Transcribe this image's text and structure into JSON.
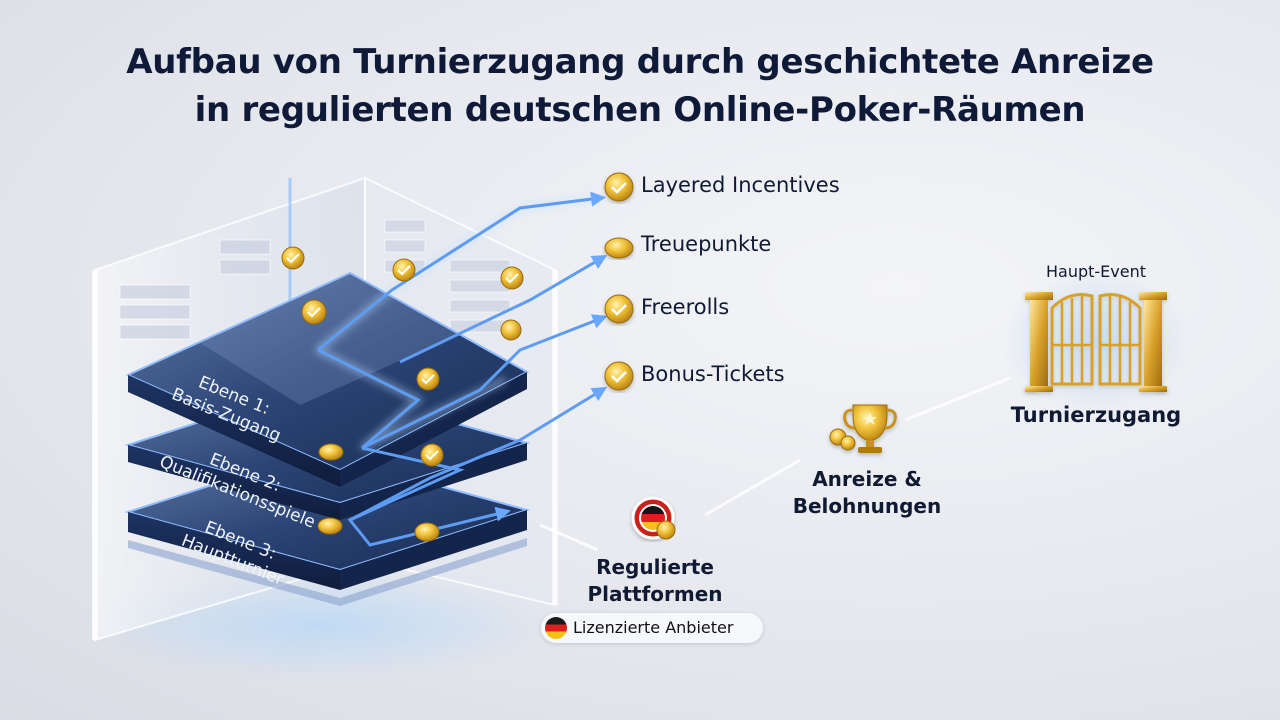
{
  "title": {
    "line1": "Aufbau von Turnierzugang durch geschichtete Anreize",
    "line2": "in regulierten deutschen Online-Poker-Räumen"
  },
  "layers": [
    {
      "line1": "Ebene 1:",
      "line2": "Basis-Zugang"
    },
    {
      "line1": "Ebene 2:",
      "line2": "Qualifikationsspiele"
    },
    {
      "line1": "Ebene 3:",
      "line2": "Hauptturnier"
    }
  ],
  "incentives": [
    {
      "label": "Layered Incentives",
      "icon": "check-coin-icon"
    },
    {
      "label": "Treuepunkte",
      "icon": "coin-icon"
    },
    {
      "label": "Freerolls",
      "icon": "check-coin-icon"
    },
    {
      "label": "Bonus-Tickets",
      "icon": "check-coin-icon"
    }
  ],
  "nodes": {
    "platforms": {
      "line1": "Regulierte",
      "line2": "Plattformen",
      "icon": "german-flag-chip-icon"
    },
    "badge": {
      "label": "Lizenzierte Anbieter",
      "icon": "german-flag-icon"
    },
    "rewards": {
      "line1": "Anreize &",
      "line2": "Belohnungen",
      "icon": "trophy-icon"
    },
    "goal": {
      "caption": "Haupt-Event",
      "label": "Turnierzugang",
      "icon": "golden-gate-icon"
    }
  },
  "colors": {
    "accent_blue": "#4f8fe8",
    "gold": "#e0ad2b",
    "title": "#0e1a38"
  }
}
